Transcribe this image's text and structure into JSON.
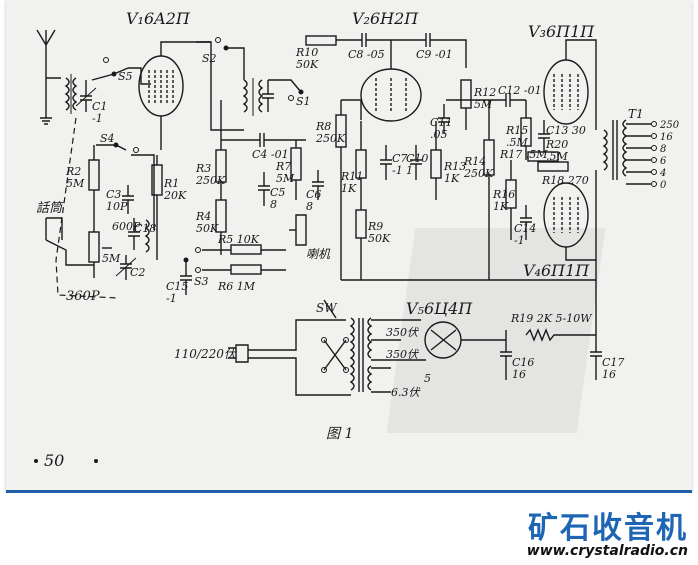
{
  "figure": {
    "caption": "图 1",
    "page_number": "50",
    "tubes": {
      "v1": "V₁6A2Π",
      "v2": "V₂6H2Π",
      "v3": "V₃6Π1Π",
      "v4": "V₄6Π1Π",
      "v5": "V₅6Ц4Π"
    },
    "resistors": {
      "r1": "R1\n20K",
      "r2": "R2\n5M",
      "r3": "R3\n250K",
      "r4": "R4\n50K",
      "r5": "R5 10K",
      "r6": "R6 1M",
      "r7": "R7\n5M",
      "r8": "R8\n250K",
      "r9": "R9\n50K",
      "r10": "R10\n50K",
      "r11": "R11\n1K",
      "r12": "R12\n5M",
      "r13": "R13\n1K",
      "r14": "R14\n250K",
      "r15": "R15\n.5M",
      "r16": "R16\n1K",
      "r17": "R17 .5M",
      "r18": "R18 270",
      "r19": "R19 2K 5-10W",
      "r20": "R20\n.5M"
    },
    "capacitors": {
      "c1": "C1\n-1",
      "c2": "C2",
      "c3": "C3\n10P",
      "c4": "C4 -01",
      "c5": "C5\n8",
      "c6": "C6\n8",
      "c7": "C7\n-1",
      "c8": "C8 -05",
      "c9": "C9 -01",
      "c10": "C10\n1",
      "c11": "C11\n.05",
      "c12": "C12 -01",
      "c13": "C13 30",
      "c14": "C14\n-1",
      "c15": "C15\n-1",
      "c16": "C16\n16",
      "c17": "C17\n16",
      "c18": "C18"
    },
    "switches": {
      "s1": "S1",
      "s2": "S2",
      "s3": "S3",
      "s4": "S4",
      "s5": "S5",
      "sw": "SW"
    },
    "misc": {
      "pickup": "話筒",
      "speaker": "喇机",
      "mains": "110/220伏",
      "tuning": "360P",
      "c600": "600P",
      "c5m": "5M",
      "t1": "T1",
      "v350a": "350伏",
      "v350b": "350伏",
      "v63": "6.3伏",
      "b5": "5",
      "taps": [
        "250",
        "16",
        "8",
        "6",
        "4",
        "0"
      ]
    }
  },
  "brand": {
    "title": "矿石收音机",
    "url": "www.crystalradio.cn"
  }
}
